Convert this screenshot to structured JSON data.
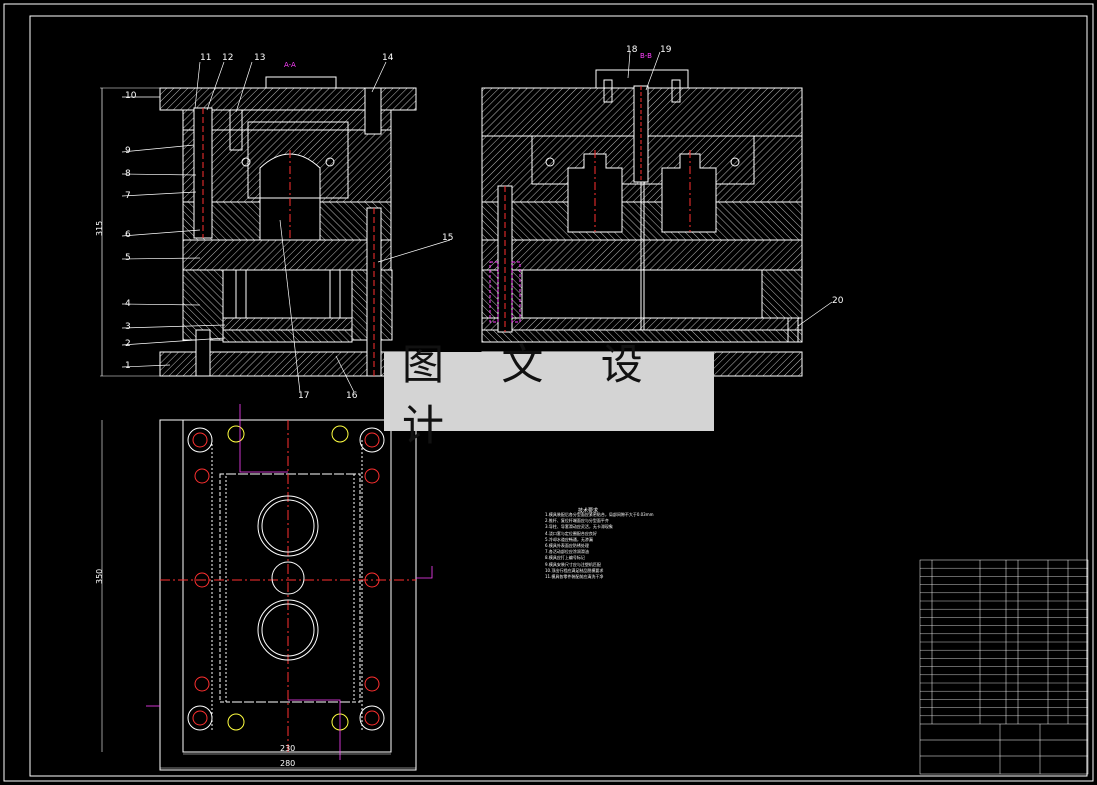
{
  "banner_text": "图 文 设 计",
  "section_labels": {
    "a": "A-A",
    "b": "B-B"
  },
  "dimensions": {
    "height": "315",
    "width_outer": "280",
    "width_inner": "230",
    "length": "350"
  },
  "part_numbers": [
    "1",
    "2",
    "3",
    "4",
    "5",
    "6",
    "7",
    "8",
    "9",
    "10",
    "11",
    "12",
    "13",
    "14",
    "15",
    "16",
    "17",
    "18",
    "19",
    "20"
  ],
  "notes_title": "技术要求",
  "notes_lines": [
    "1.模具装配后各分型面应紧密贴合，局部间隙不大于0.03mm",
    "2.推杆、复位杆端面应与分型面平齐",
    "3.导柱、导套滑动应灵活，无卡滞现象",
    "4.浇口套与定位圈配合应良好",
    "5.冷却水道应畅通，无渗漏",
    "6.模具外表面应防锈处理",
    "7.各活动部位应涂润滑油",
    "8.模具应打上编号标记",
    "9.模具安装尺寸应与注塑机匹配",
    "10.顶出行程应满足制品脱模要求",
    "11.模具各零件装配前应清洗干净"
  ],
  "colors": {
    "line": "#ffffff",
    "red": "#ff3030",
    "magenta": "#ff40ff",
    "yellow": "#ffff40",
    "green": "#40ff40",
    "banner": "#d4d4d4"
  }
}
